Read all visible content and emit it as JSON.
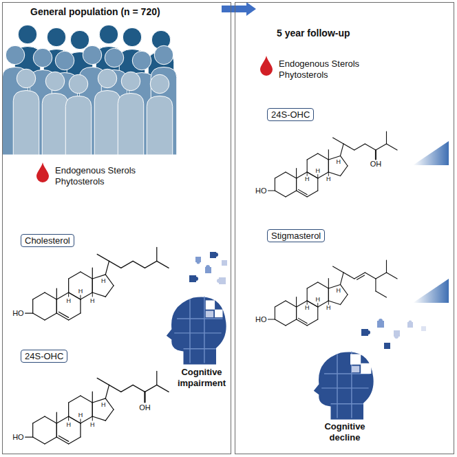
{
  "diagram": {
    "nodes": [
      {
        "text": [
          "General population (n = 720)"
        ]
      },
      {
        "text": [
          "5 year follow-up"
        ]
      },
      {
        "text": [
          "Cholesterol"
        ],
        "in": 0
      },
      {
        "text": [
          "24S-OHC"
        ],
        "in": 0
      },
      {
        "text": [
          "24S-OHC"
        ],
        "in": 1
      },
      {
        "text": [
          "Stigmasterol"
        ],
        "in": 1
      }
    ],
    "edges": [
      {
        "from": 0,
        "to": 1,
        "arrow": "to"
      }
    ],
    "labels": [
      "Endogenous Sterols Phytosterols",
      "Cognitive impairment",
      "Endogenous Sterols Phytosterols",
      "Cognitive decline",
      "HO",
      "H",
      "H",
      "H",
      "H",
      "HO",
      "H",
      "H",
      "H",
      "H",
      "OH",
      "HO",
      "H",
      "H",
      "H",
      "H",
      "OH",
      "HO",
      "H",
      "H",
      "H",
      "H"
    ]
  }
}
